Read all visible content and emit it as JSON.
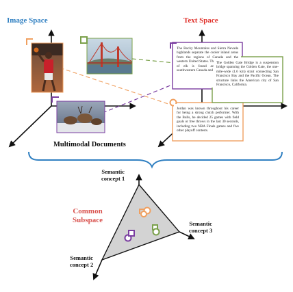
{
  "titles": {
    "image_space": "Image Space",
    "text_space": "Text Space",
    "multimodal": "Multimodal Documents",
    "common_subspace_line1": "Common",
    "common_subspace_line2": "Subspace"
  },
  "concepts": {
    "c1_line1": "Semantic",
    "c1_line2": "concept 1",
    "c2_line1": "Semantic",
    "c2_line2": "concept 2",
    "c3_line1": "Semantic",
    "c3_line2": "concept 3"
  },
  "texts": {
    "purple_doc": "The Rocky Mountains and Sierra Nevada highlands separate the cooler inland areas from the regions of Canada and the western United States. The vast subspecies of elk is found across much of southwestern Canada and Mexico.",
    "green_doc": "The Golden Gate Bridge is a suspension bridge spanning the Golden Gate, the one-mile-wide (1.6 km) strait connecting San Francisco Bay and the Pacific Ocean. The structure links the American city of San Francisco, California.",
    "orange_doc": "Jordan was known throughout his career for being a strong clutch performer. With the Bulls, he decided 25 games with field goals or free throws in the last 30 seconds, including two NBA Finals games and five other playoff contests."
  },
  "colors": {
    "image_space_title": "#2f7fc1",
    "text_space_title": "#e0302a",
    "orange": "#f0a060",
    "green": "#7aa04a",
    "purple": "#7a3da0",
    "brace": "#2f7fc1",
    "triangle_fill": "#d3d3d3"
  },
  "icons": {
    "basketball_photo": "basketball-player-photo",
    "bridge_photo": "golden-gate-bridge-photo",
    "elk_photo": "elk-herd-photo"
  }
}
